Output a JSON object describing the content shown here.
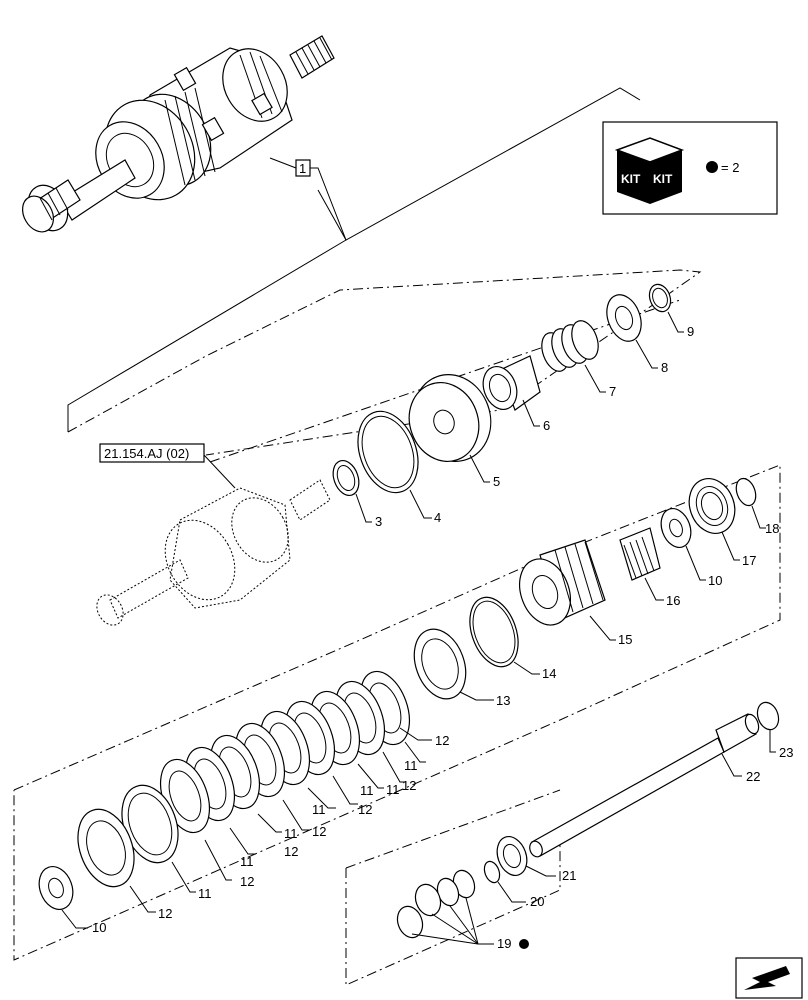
{
  "kit_box": {
    "kit_text_1": "KIT",
    "kit_text_2": "KIT",
    "legend": "= 2"
  },
  "reference_label": "21.154.AJ (02)",
  "top_callout": "1",
  "callouts": {
    "c3": "3",
    "c4": "4",
    "c5": "5",
    "c6": "6",
    "c7": "7",
    "c8": "8",
    "c9": "9",
    "c10a": "10",
    "c10b": "10",
    "c11a": "11",
    "c11b": "11",
    "c11c": "11",
    "c11d": "11",
    "c11e": "11",
    "c11f": "11",
    "c11g": "11",
    "c12a": "12",
    "c12b": "12",
    "c12c": "12",
    "c12d": "12",
    "c12e": "12",
    "c12f": "12",
    "c12g": "12",
    "c13": "13",
    "c14": "14",
    "c15": "15",
    "c16": "16",
    "c17": "17",
    "c18": "18",
    "c19": "19",
    "c20": "20",
    "c21": "21",
    "c22": "22",
    "c23": "23"
  }
}
